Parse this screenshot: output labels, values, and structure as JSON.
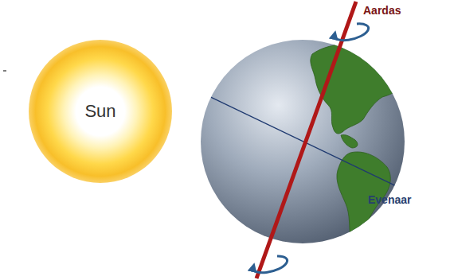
{
  "diagram": {
    "nodes": [
      {
        "text": [
          "Sun"
        ]
      }
    ],
    "labels": [
      "Aardas",
      "Evenaar"
    ]
  }
}
